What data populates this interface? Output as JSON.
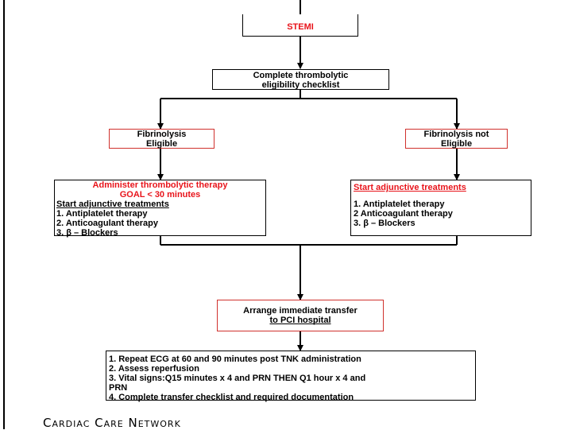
{
  "stemi": {
    "label": "STEMI"
  },
  "checklist": {
    "lines": [
      "Complete thrombolytic",
      "eligibility checklist"
    ]
  },
  "eligible": {
    "lines": [
      "Fibrinolysis",
      "Eligible"
    ]
  },
  "not_eligible": {
    "lines": [
      "Fibrinolysis not",
      "Eligible"
    ]
  },
  "left_treatment": {
    "heading_lines": [
      "Administer thrombolytic therapy",
      "GOAL < 30 minutes"
    ],
    "subheading": "Start adjunctive treatments",
    "items": [
      "1. Antiplatelet therapy",
      "2. Anticoagulant therapy",
      "3. β – Blockers"
    ]
  },
  "right_treatment": {
    "subheading": "Start adjunctive treatments",
    "items": [
      "1. Antiplatelet therapy",
      "2  Anticoagulant therapy",
      "3. β – Blockers"
    ]
  },
  "transfer": {
    "lines": [
      "Arrange immediate transfer",
      "to PCI hospital"
    ]
  },
  "post_steps": {
    "items": [
      "1. Repeat ECG at 60 and 90 minutes post TNK administration",
      "2. Assess reperfusion",
      "3.  Vital signs:Q15 minutes x 4 and PRN THEN Q1 hour x 4 and",
      "PRN",
      "4. Complete transfer checklist and required documentation"
    ]
  },
  "footer": {
    "text": "Cardiac Care Network"
  },
  "colors": {
    "accent_red": "#e8141b",
    "border_red": "#d0312d",
    "line": "#000000"
  }
}
